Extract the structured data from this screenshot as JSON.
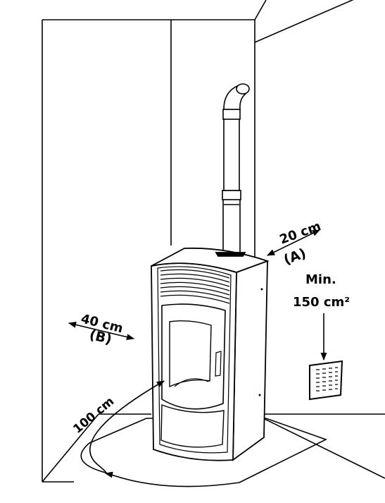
{
  "dimensions": {
    "rear_clearance": {
      "value": "20 cm",
      "code": "(A)"
    },
    "side_clearance": {
      "value": "40 cm",
      "code": "(B)"
    },
    "front_clearance": {
      "value": "100 cm"
    }
  },
  "air_vent": {
    "label_line1": "Min.",
    "label_line2": "150 cm²"
  },
  "colors": {
    "line": "#000000",
    "background": "#ffffff"
  }
}
